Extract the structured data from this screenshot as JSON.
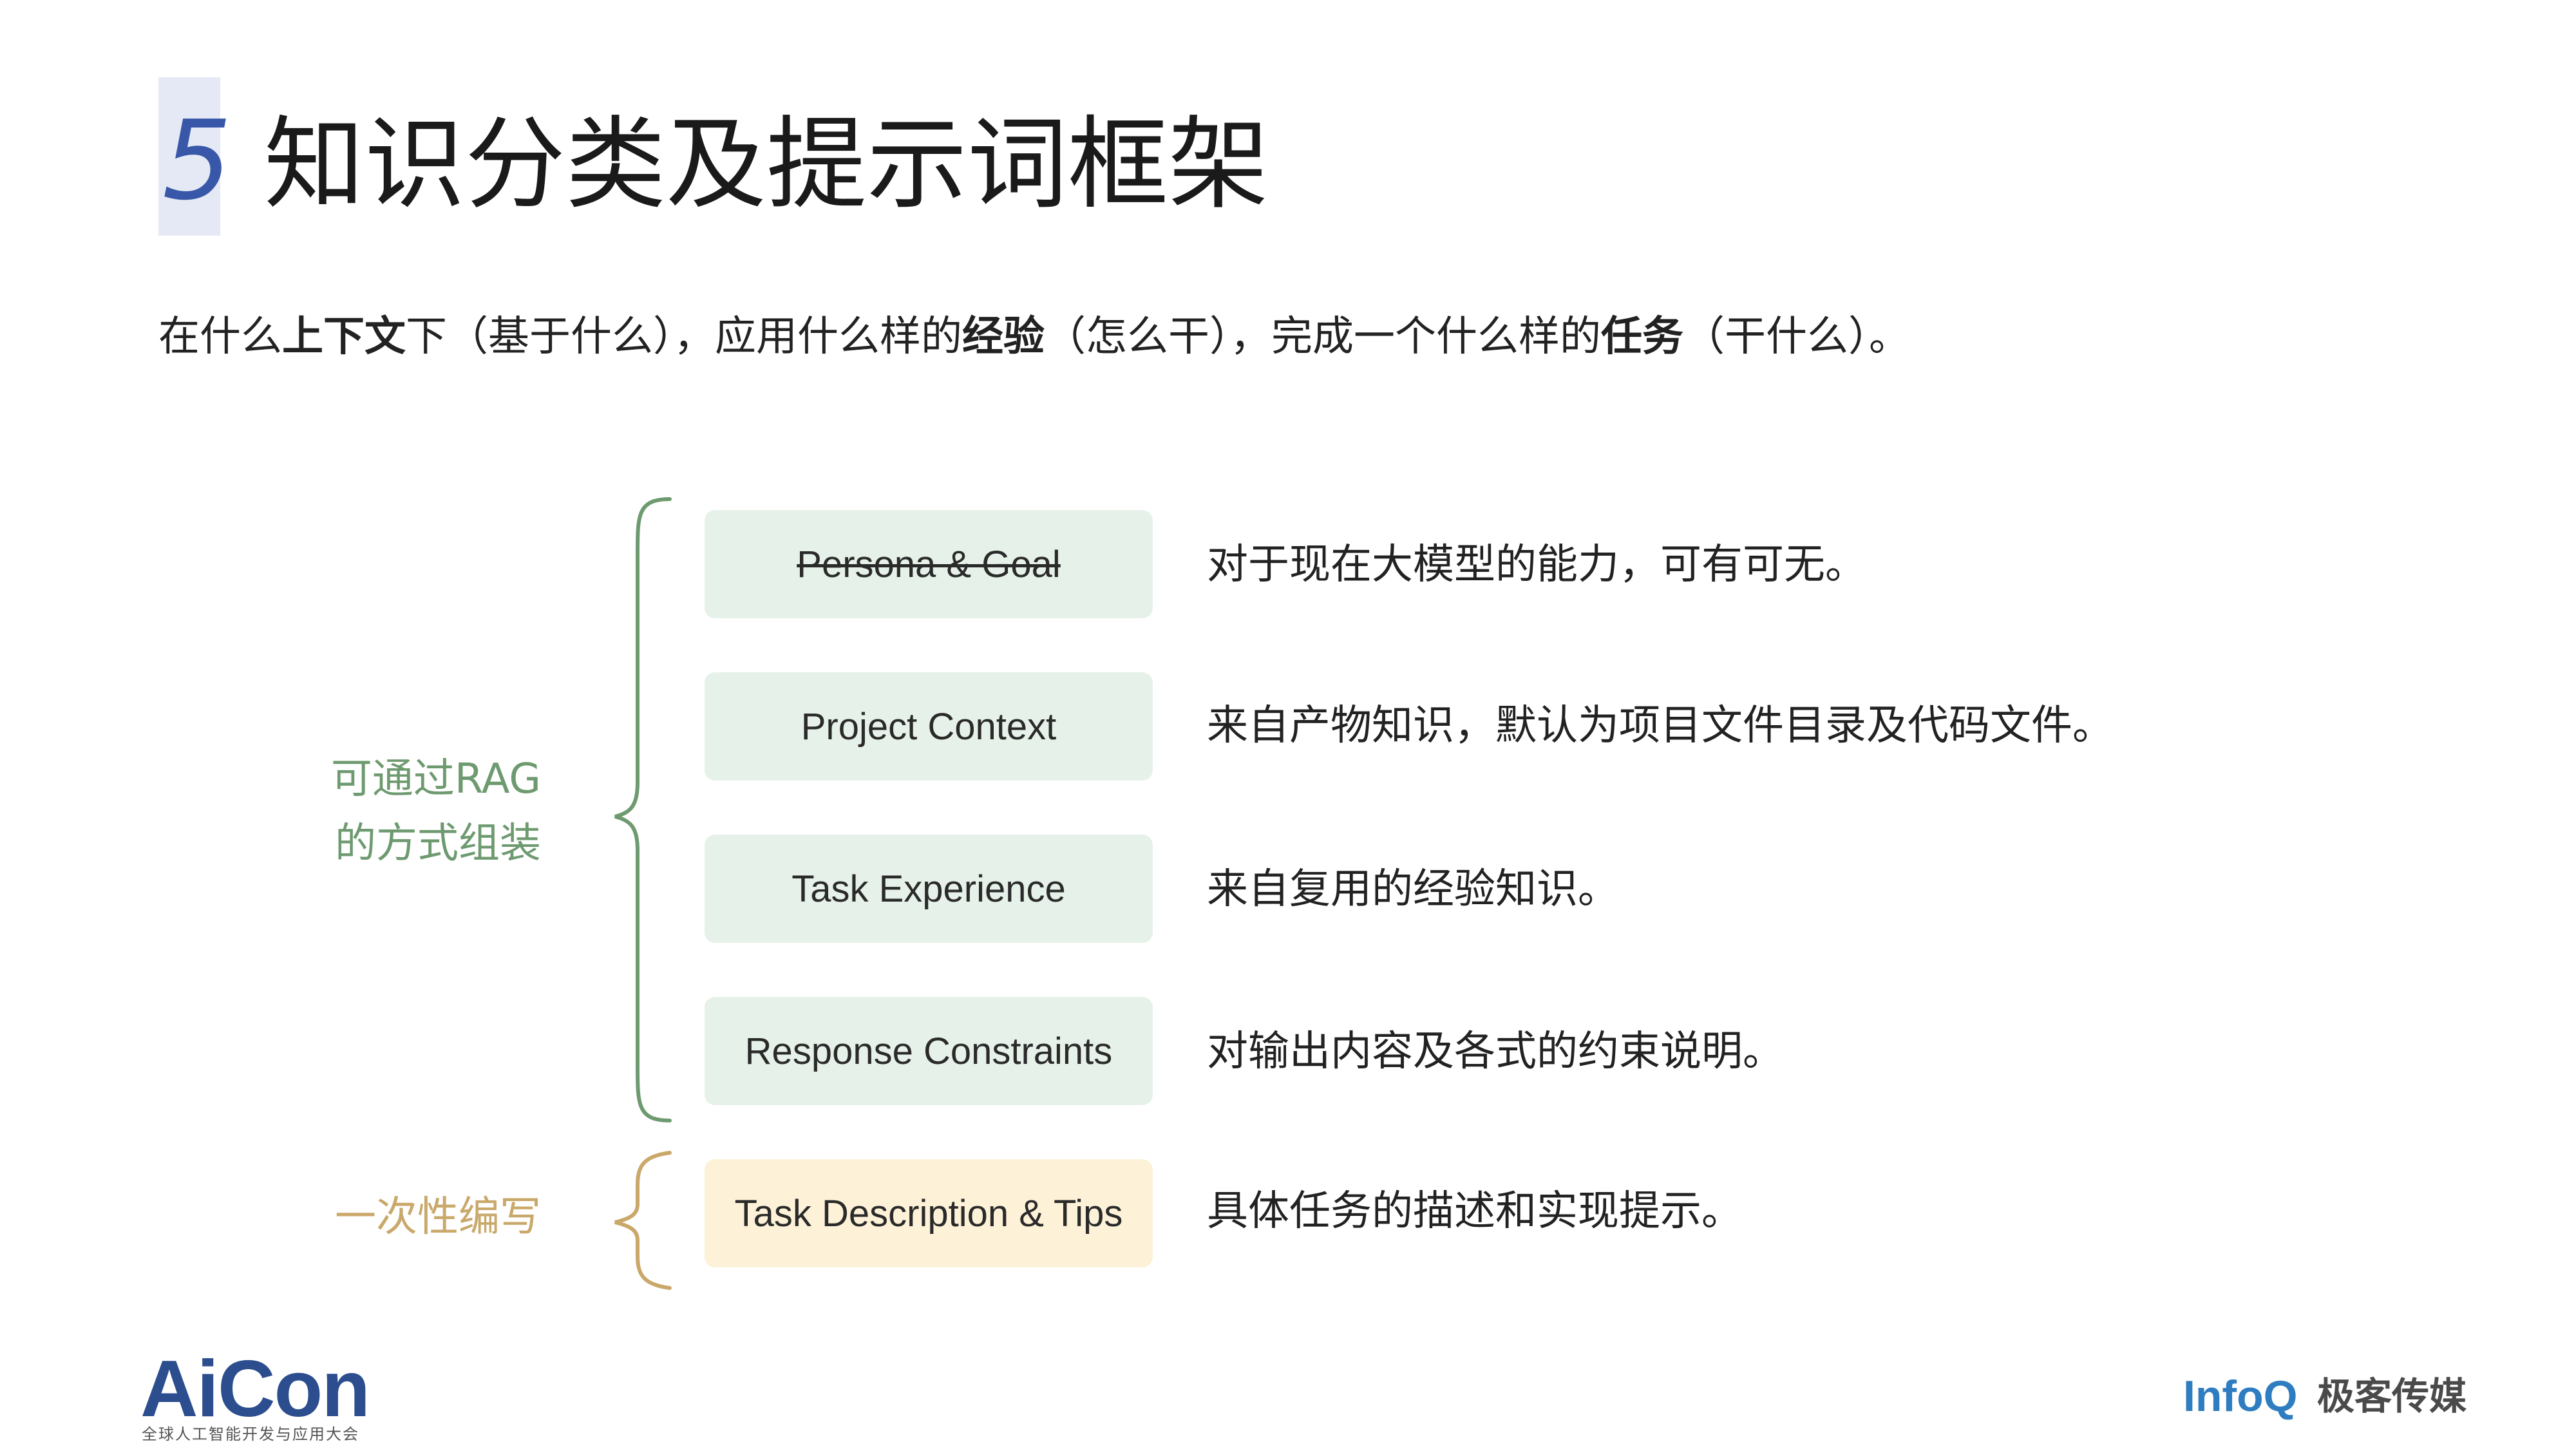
{
  "header": {
    "number": "5",
    "title": "知识分类及提示词框架"
  },
  "subtitle": {
    "p1": "在什么",
    "b1": "上下文",
    "p2": "下（基于什么），应用什么样的",
    "b2": "经验",
    "p3": "（怎么干），完成一个什么样的",
    "b3": "任务",
    "p4": "（干什么）。"
  },
  "groups": {
    "rag_label_line1": "可通过RAG",
    "rag_label_line2": "的方式组装",
    "once_label": "一次性编写"
  },
  "items": [
    {
      "label": "Persona & Goal",
      "desc": "对于现在大模型的能力，可有可无。"
    },
    {
      "label": "Project Context",
      "desc": "来自产物知识，默认为项目文件目录及代码文件。"
    },
    {
      "label": "Task Experience",
      "desc": "来自复用的经验知识。"
    },
    {
      "label": "Response Constraints",
      "desc": "对输出内容及各式的约束说明。"
    },
    {
      "label": "Task Description & Tips",
      "desc": "具体任务的描述和实现提示。"
    }
  ],
  "footer": {
    "aicon_logo": "AiCon",
    "aicon_sub": "全球人工智能开发与应用大会",
    "infoq_logo": "InfoQ",
    "infoq_sub": "极客传媒"
  },
  "colors": {
    "number_accent": "#3857a8",
    "green_brace": "#6e9a70",
    "gold_brace": "#c9a86a",
    "green_box": "#e6f2e9",
    "yellow_box": "#fdf2d8"
  }
}
